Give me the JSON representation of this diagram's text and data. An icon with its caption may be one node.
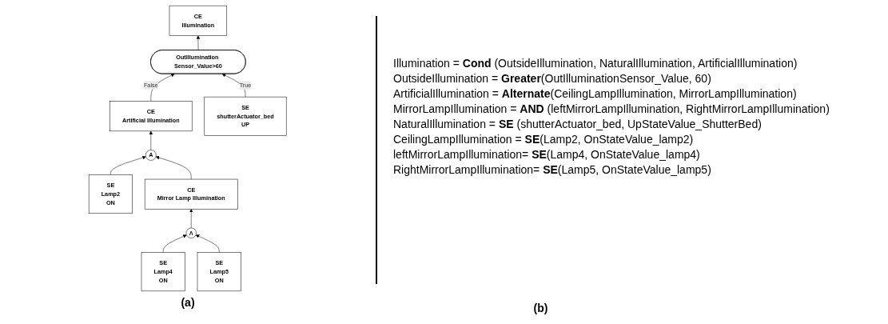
{
  "diagram": {
    "nodes": [
      {
        "text": [
          "CE",
          "Illumination"
        ]
      },
      {
        "text": [
          "OutIllumination Sensor_Value>60"
        ]
      },
      {
        "text": [
          "CE",
          "Artificial Illumination"
        ]
      },
      {
        "text": [
          "SE",
          "shutterActuator_bed",
          "UP"
        ]
      },
      {
        "text": [
          "A"
        ]
      },
      {
        "text": [
          "SE",
          "Lamp2",
          "ON"
        ]
      },
      {
        "text": [
          "CE",
          "Mirror Lamp Illumination"
        ]
      },
      {
        "text": [
          "Λ"
        ]
      },
      {
        "text": [
          "SE",
          "Lamp4",
          "ON"
        ]
      },
      {
        "text": [
          "SE",
          "Lamp5",
          "ON"
        ]
      }
    ],
    "edges": [
      {
        "from": 1,
        "to": 0,
        "arrow": "to"
      },
      {
        "from": 2,
        "to": 1,
        "arrow": "to",
        "label": "False"
      },
      {
        "from": 3,
        "to": 1,
        "arrow": "to",
        "label": "True"
      },
      {
        "from": 4,
        "to": 2,
        "arrow": "to"
      },
      {
        "from": 5,
        "to": 4,
        "arrow": "to"
      },
      {
        "from": 6,
        "to": 4,
        "arrow": "to"
      },
      {
        "from": 7,
        "to": 6,
        "arrow": "to"
      },
      {
        "from": 8,
        "to": 7,
        "arrow": "to"
      },
      {
        "from": 9,
        "to": 7,
        "arrow": "to"
      }
    ],
    "labels": [
      "(a)",
      "Illumination = **Cond** (OutsideIllumination, NaturalIllumination, ArtificialIllumination)",
      "OutsideIllumination =  **Greater**(OutIlluminationSensor_Value, 60)",
      "ArtificialIllumination = **Alternate**(CeilingLampIllumination, MirrorLampIllumination)",
      "MirrorLampIllumination = **AND** (leftMirrorLampIllumination, RightMirrorLampIllumination)",
      "NaturalIllumination = **SE** (shutterActuator_bed, UpStateValue_ShutterBed)",
      "CeilingLampIllumination = **SE**(Lamp2, OnStateValue_lamp2)",
      "leftMirrorLampIllumination= **SE**(Lamp4, OnStateValue_lamp4)",
      "RightMirrorLampIllumination= **SE**(Lamp5, OnStateValue_lamp5)",
      "(b)"
    ]
  }
}
